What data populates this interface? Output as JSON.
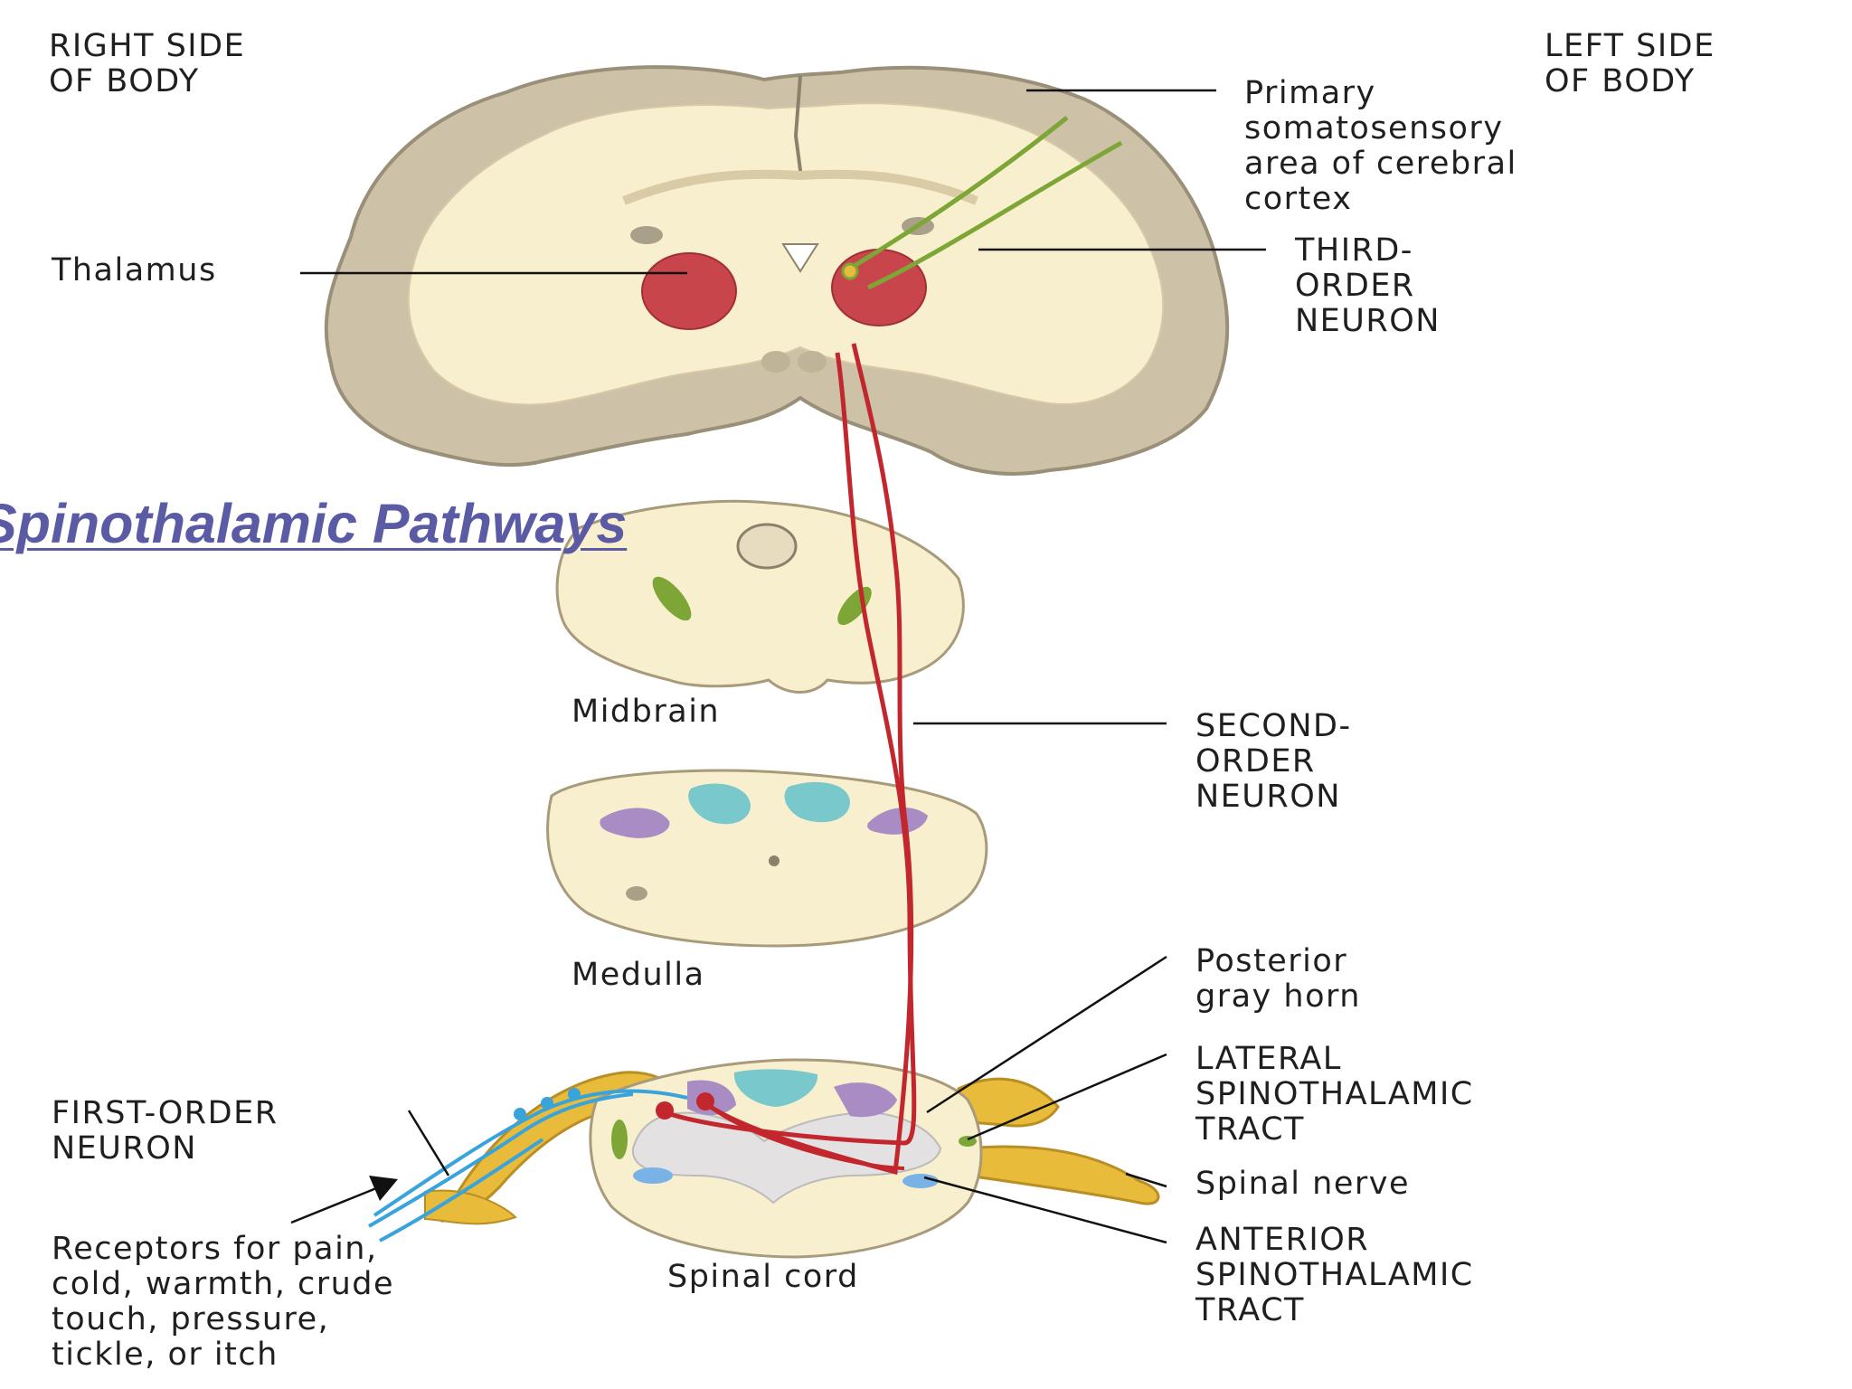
{
  "title": "Spinothalamic Pathways",
  "labels": {
    "right_side": [
      "RIGHT SIDE",
      "OF BODY"
    ],
    "left_side": [
      "LEFT SIDE",
      "OF BODY"
    ],
    "primary_somatosensory": [
      "Primary",
      "somatosensory",
      "area of cerebral",
      "cortex"
    ],
    "thalamus": "Thalamus",
    "third_order_neuron": [
      "THIRD-",
      "ORDER",
      "NEURON"
    ],
    "midbrain": "Midbrain",
    "second_order_neuron": [
      "SECOND-",
      "ORDER",
      "NEURON"
    ],
    "medulla": "Medulla",
    "posterior_gray_horn": [
      "Posterior",
      "gray horn"
    ],
    "lateral_spinothalamic_tract": [
      "LATERAL",
      "SPINOTHALAMIC",
      "TRACT"
    ],
    "first_order_neuron": [
      "FIRST-ORDER",
      "NEURON"
    ],
    "spinal_nerve": "Spinal nerve",
    "receptors": [
      "Receptors for pain,",
      "cold, warmth, crude",
      "touch, pressure,",
      "tickle, or itch"
    ],
    "spinal_cord": "Spinal cord",
    "anterior_spinothalamic_tract": [
      "ANTERIOR",
      "SPINOTHALAMIC",
      "TRACT"
    ]
  },
  "colors": {
    "cortex_gray": "#cdc1a8",
    "white_matter": "#f8efce",
    "thalamus_red": "#c8464b",
    "neuron_red": "#c2272d",
    "third_order_green": "#7da636",
    "nerve_yellow": "#e8bb3a",
    "receptor_blue": "#39a3dc",
    "tract_teal": "#79c9cc",
    "tract_purple": "#a98cc4",
    "title_blue": "#5a5ba4"
  }
}
